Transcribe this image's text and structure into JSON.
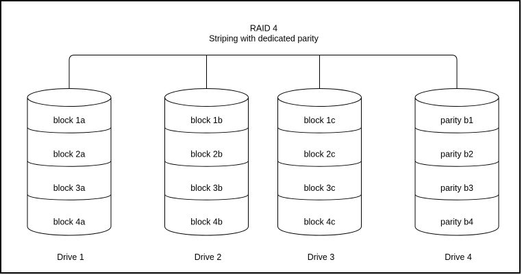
{
  "diagram": {
    "title": "RAID 4",
    "subtitle": "Striping with dedicated parity"
  },
  "drives": [
    {
      "name": "Drive 1",
      "blocks": [
        "block 1a",
        "block 2a",
        "block 3a",
        "block 4a"
      ]
    },
    {
      "name": "Drive 2",
      "blocks": [
        "block 1b",
        "block 2b",
        "block 3b",
        "block 4b"
      ]
    },
    {
      "name": "Drive 3",
      "blocks": [
        "block 1c",
        "block 2c",
        "block 3c",
        "block 4c"
      ]
    },
    {
      "name": "Drive 4",
      "blocks": [
        "parity b1",
        "parity b2",
        "parity b3",
        "parity b4"
      ]
    }
  ],
  "colors": {
    "line": "#000000",
    "background": "#ffffff",
    "text": "#000000"
  }
}
